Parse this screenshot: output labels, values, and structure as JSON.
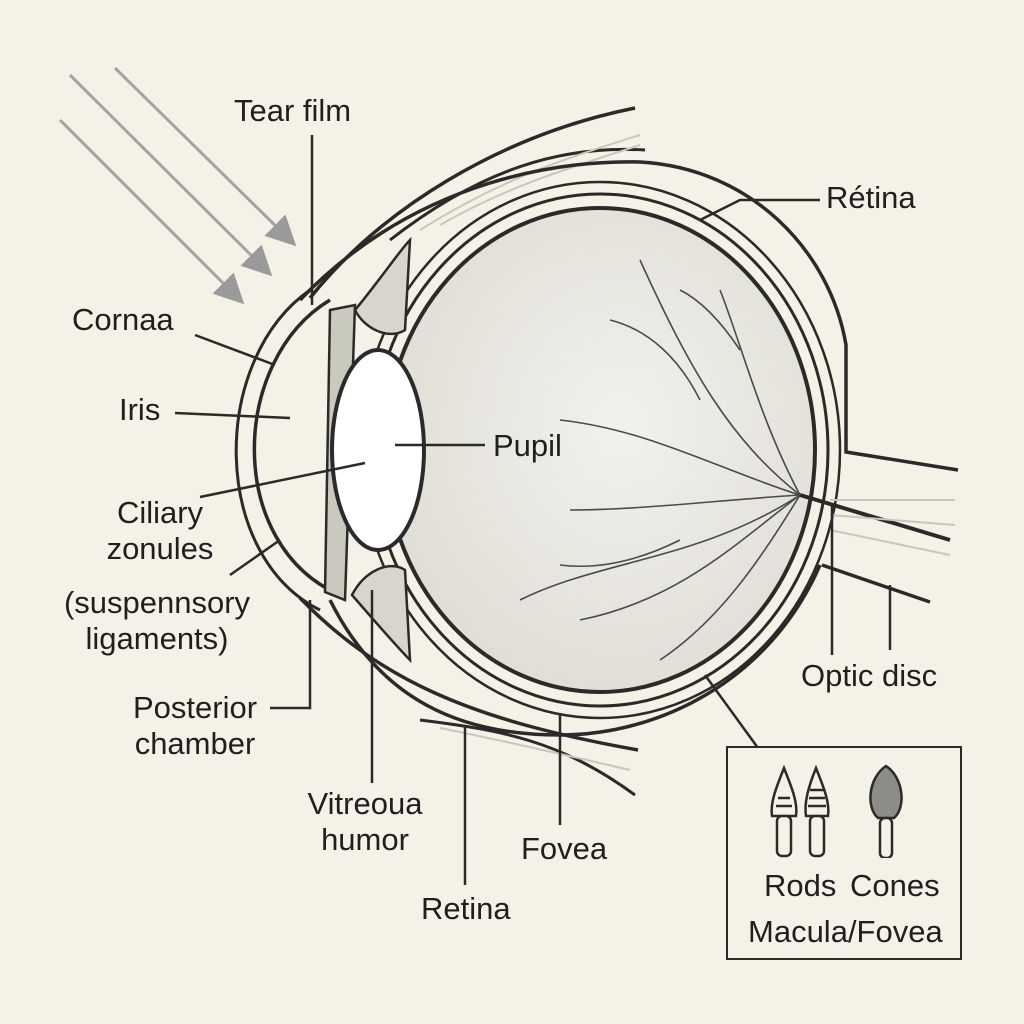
{
  "labels": {
    "tear_film": "Tear film",
    "retina_top": "Rétina",
    "cornea": "Cornaa",
    "iris": "Iris",
    "pupil": "Pupil",
    "ciliary_line1": "Ciliary",
    "ciliary_line2": "zonules",
    "suspensory_line1": "(suspennsory",
    "suspensory_line2": "ligaments)",
    "posterior_line1": "Posterior",
    "posterior_line2": "chamber",
    "vitreous_line1": "Vitreoua",
    "vitreous_line2": "humor",
    "fovea": "Fovea",
    "retina_bottom": "Retina",
    "optic_disc": "Optic disc"
  },
  "inset": {
    "rods": "Rods",
    "cones": "Cones",
    "caption": "Macula/Fovea"
  },
  "colors": {
    "background": "#f6f1e6",
    "outline": "#2a2a2a",
    "eye_fill": "#e9e7df",
    "light_rays": "#9a9a9a",
    "cone_fill": "#8d8d88"
  }
}
